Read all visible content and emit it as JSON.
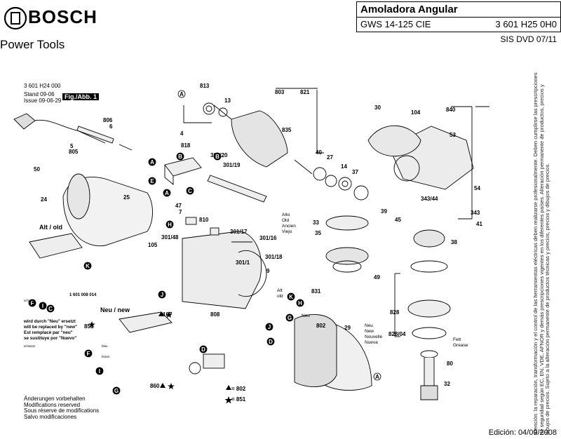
{
  "header": {
    "brand": "BOSCH",
    "sub_brand": "Power Tools",
    "title": "Amoladora Angular",
    "model": "GWS 14-125 CIE",
    "part_number": "3 601 H25 0H0",
    "disk_ref": "SIS DVD 07/11"
  },
  "drawing": {
    "ref_code": "3 601 H24 000",
    "stand_label": "Stand",
    "stand_value": "09-06",
    "issue_label": "Issue",
    "issue_value": "09-06-29",
    "fig_label": "Fig./Abb. 1"
  },
  "callouts": {
    "n813": "813",
    "n803": "803",
    "n821": "821",
    "n840": "840",
    "n104": "104",
    "n30": "30",
    "n806": "806",
    "n6": "6",
    "n5": "5",
    "n805": "805",
    "n4": "4",
    "n818": "818",
    "n301_20": "301/20",
    "n301_19": "301/19",
    "n835": "835",
    "n13": "13",
    "n40": "40",
    "n27": "27",
    "n14": "14",
    "n37": "37",
    "n53": "53",
    "n54": "54",
    "n39": "39",
    "n45": "45",
    "n343_44": "343/44",
    "n343": "343",
    "n41": "41",
    "n50": "50",
    "n24": "24",
    "n25": "25",
    "n47": "47",
    "n7": "7",
    "n810": "810",
    "n301_48": "301/48",
    "n301_17": "301/17",
    "n301_16": "301/16",
    "n105": "105",
    "n301_18": "301/18",
    "n301_1": "301/1",
    "n9": "9",
    "n33": "33",
    "n35": "35",
    "n831": "831",
    "n49": "49",
    "n38": "38",
    "n828": "828",
    "n828_04": "828/04",
    "n107": "107",
    "n808": "808",
    "n802": "802",
    "n29": "29",
    "n851": "851",
    "n860": "860",
    "n80": "80",
    "n32": "32",
    "n1601": "1 601 008 014"
  },
  "letters": [
    "A",
    "B",
    "C",
    "D",
    "E",
    "F",
    "G",
    "H",
    "I",
    "J",
    "K"
  ],
  "notes": {
    "alt_old": "Alt / old",
    "neu_new": "Neu / new",
    "alto_block": [
      "Alto",
      "Old",
      "Ancien",
      "Viejo"
    ],
    "alt_old_small": [
      "Alt",
      "old"
    ],
    "neu_block": [
      "Neu",
      "New",
      "Nouvelle",
      "Nueva"
    ],
    "replaced": [
      "wird durch \"Neu\" ersetzt",
      "will be replaced by \"new\"",
      "Est remplacé par \"neu\"",
      "se sustituye por \"Nuevo\""
    ],
    "fett": [
      "Fett",
      "Grease"
    ],
    "wire_schwarz": "schwarz",
    "wire_blau": "blau",
    "wire_braun": "braun",
    "legend_802": "= 802",
    "legend_851": "= 851",
    "mods": [
      "Änderungen vorbehalten",
      "Modifications reserved",
      "Sous réserve de modifications",
      "Salvo modificaciones"
    ]
  },
  "footer": {
    "edition": "Edición: 04/09/2008",
    "side_note": "Atención: la reparación, transformación y el control de las herramientas eléctricas deben realizarse profesionalmente. Deben cumplirse las prescripciones de seguridad según EC, EN, VDE, AFNOR y demás prescripciones vigentes en los diferentes países. Alteración permanente de productos, precios y dibujos de precios. Sujeto a la alteración permanente de productos técnicas y precios, precios y dibujos de precios."
  }
}
